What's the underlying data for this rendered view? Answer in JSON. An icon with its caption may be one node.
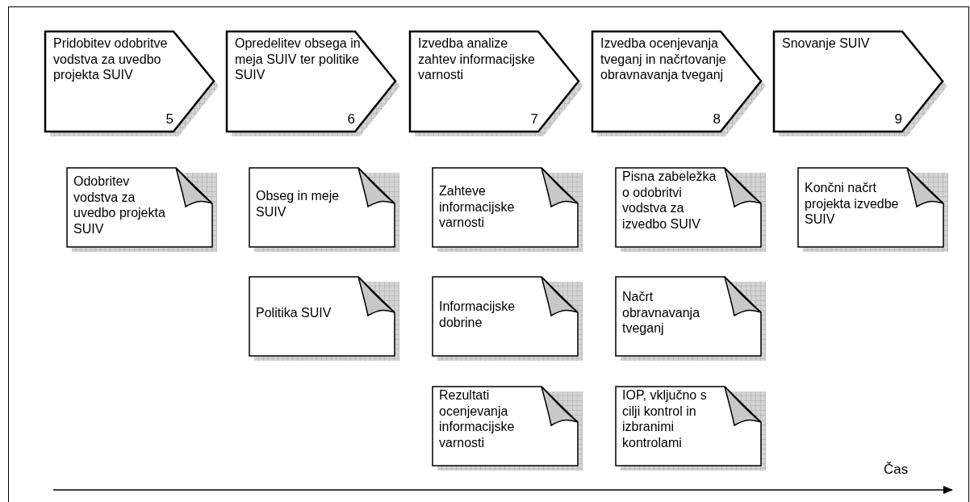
{
  "diagram": {
    "nodes": [
      {
        "text": [
          "Pridobitev odobritve vodstva za uvedbo projekta SUIV",
          "5"
        ]
      },
      {
        "text": [
          "Opredelitev obsega in meja SUIV ter politike SUIV",
          "6"
        ]
      },
      {
        "text": [
          "Izvedba analize zahtev informacijske varnosti",
          "7"
        ]
      },
      {
        "text": [
          "Izvedba ocenjevanja tveganj in načrtovanje obravnavanja tveganj",
          "8"
        ]
      },
      {
        "text": [
          "Snovanje SUIV",
          "9"
        ]
      },
      {
        "text": [
          "Odobritev vodstva za uvedbo projekta SUIV"
        ]
      },
      {
        "text": [
          "Obseg in meje SUIV"
        ]
      },
      {
        "text": [
          "Zahteve informacijske varnosti"
        ]
      },
      {
        "text": [
          "Pisna zabeležka o odobritvi vodstva za izvedbo SUIV"
        ]
      },
      {
        "text": [
          "Končni načrt projekta izvedbe SUIV"
        ]
      },
      {
        "text": [
          "Politika SUIV"
        ]
      },
      {
        "text": [
          "Informacijske dobrine"
        ]
      },
      {
        "text": [
          "Načrt obravnavanja tveganj"
        ]
      },
      {
        "text": [
          "Rezultati ocenjevanja informacijske varnosti"
        ]
      },
      {
        "text": [
          "IOP, vključno s cilji kontrol in izbranimi kontrolami"
        ]
      }
    ],
    "labels": [
      "Čas"
    ]
  }
}
